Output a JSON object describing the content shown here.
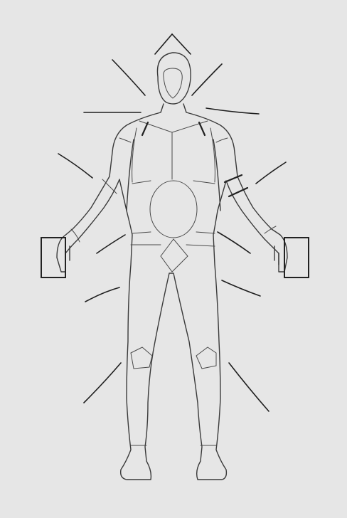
{
  "figure": {
    "subject": "human-body-outline",
    "background_color": "#e6e6e6",
    "line_color": "#2a2a2a",
    "held_objects": [
      "left-hand-box",
      "right-hand-box"
    ],
    "emanation_lines": 12
  }
}
